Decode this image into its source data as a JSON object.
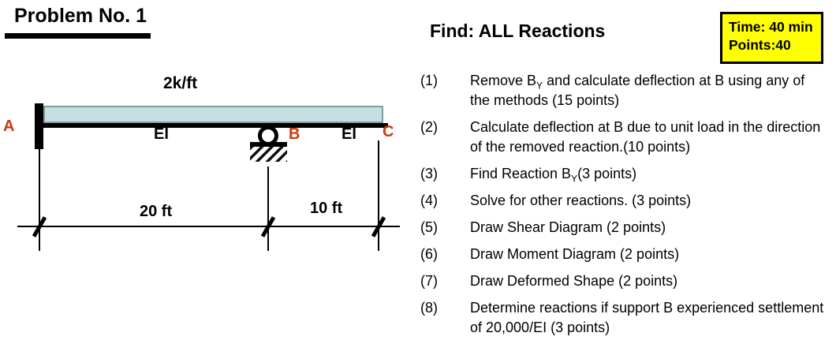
{
  "title": "Problem No. 1",
  "find_heading": "Find: ALL Reactions",
  "info_box": {
    "time": "Time: 40 min",
    "points": "Points:40"
  },
  "diagram": {
    "load_label": "2k/ft",
    "node_a": "A",
    "node_b": "B",
    "node_c": "C",
    "ei_left": "EI",
    "ei_right": "EI",
    "dim_left": "20 ft",
    "dim_right": "10 ft"
  },
  "colors": {
    "accent-label": "#cc3a0b",
    "beam-fill": "#c5dfe3",
    "beam-border": "#849ba0",
    "info-bg": "#ffff00",
    "ink": "#000000",
    "bg": "#ffffff"
  },
  "tasks": [
    {
      "num": "(1)",
      "pre": "Remove B",
      "sub": "Y",
      "post": " and calculate deflection at B using any of the methods (15 points)"
    },
    {
      "num": "(2)",
      "pre": "Calculate deflection at B due to unit load in the direction of the removed reaction.(10 points)"
    },
    {
      "num": "(3)",
      "pre": "Find Reaction B",
      "sub": "Y",
      "post": "(3 points)"
    },
    {
      "num": "(4)",
      "pre": "Solve for other reactions. (3 points)"
    },
    {
      "num": "(5)",
      "pre": "Draw Shear Diagram (2 points)"
    },
    {
      "num": "(6)",
      "pre": "Draw Moment Diagram (2 points)"
    },
    {
      "num": "(7)",
      "pre": "Draw Deformed Shape (2 points)"
    },
    {
      "num": "(8)",
      "pre": "Determine reactions if support B experienced settlement of 20,000/EI (3 points)"
    }
  ]
}
